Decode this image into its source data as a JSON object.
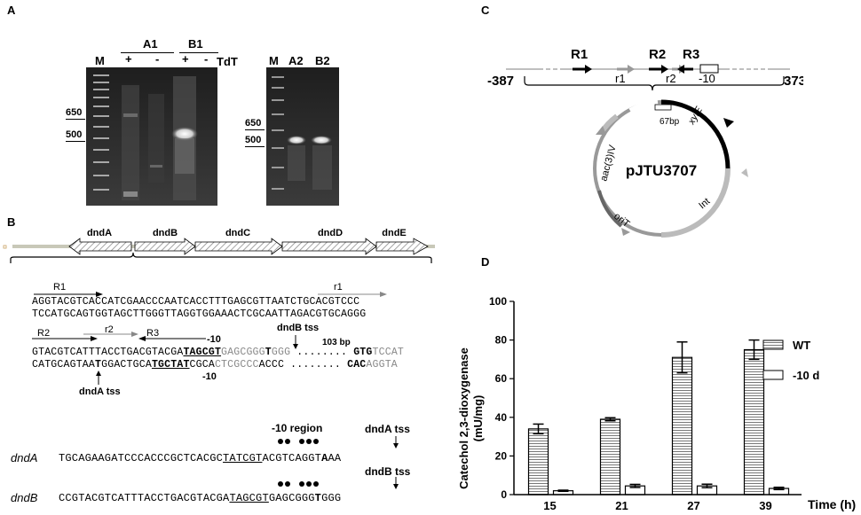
{
  "panels": {
    "A": "A",
    "B": "B",
    "C": "C",
    "D": "D"
  },
  "panelA": {
    "left": {
      "M": "M",
      "A1": "A1",
      "B1": "B1",
      "plus1": "+",
      "minus1": "-",
      "plus2": "+",
      "minus2": "-",
      "tdt": "TdT",
      "size650": "650",
      "size500": "500"
    },
    "right": {
      "M": "M",
      "A2": "A2",
      "B2": "B2",
      "size650": "650",
      "size500": "500"
    }
  },
  "panelB": {
    "genes": [
      "dndA",
      "dndB",
      "dndC",
      "dndD",
      "dndE"
    ],
    "seq1": {
      "R1": "R1",
      "r1": "r1",
      "top": "AGGTACGTCACCATCGAACCCAATCACCTTTGAGCGTTAATCTGCACGTCCC",
      "bottom": "TCCATGCAGTGGTAGCTTGGGTTAGGTGGAAACTCGCAATTAGACGTGCAGGG"
    },
    "seq2": {
      "R2": "R2",
      "r2": "r2",
      "R3": "R3",
      "minus10_top": "-10",
      "dndB_tss": "dndB tss",
      "bp103": "103 bp",
      "top_a": "GTACGTCATTTACCTGACGTACGA",
      "top_b": "TAGCGT",
      "top_c": "GAGCGGG",
      "top_d": "T",
      "top_e": "GGG",
      "top_f": "GTG",
      "top_g": "TCCAT",
      "bot_a": "CATGCAGTAA",
      "bot_b": "T",
      "bot_c": "GGACTGCA",
      "bot_d": "TGCTAT",
      "bot_e": "CGCA",
      "bot_f": "CTCGCCC",
      "bot_g": "ACCC",
      "bot_h": "CAC",
      "bot_i": "AGGTA",
      "minus10_bottom": "-10",
      "dndA_tss": "dndA tss"
    },
    "align": {
      "region": "-10 region",
      "dndA_tss": "dndA tss",
      "dndB_tss": "dndB tss",
      "dndA_name": "dndA",
      "dndA_a": "TGCAGAAGATCCCACCCGCTCACGC",
      "dndA_b": "TATCGT",
      "dndA_c": "ACGTCAGGT",
      "dndA_d": "A",
      "dndA_e": "AA",
      "dndB_name": "dndB",
      "dndB_a": "CCGTACGTCATTTACCTGACGTACGA",
      "dndB_b": "TAGCGT",
      "dndB_c": "GAGCGGG",
      "dndB_d": "T",
      "dndB_e": "GGG"
    }
  },
  "panelC": {
    "R1": "R1",
    "R2": "R2",
    "R3": "R3",
    "r1": "r1",
    "r2": "r2",
    "minus10": "-10",
    "left": "-387",
    "right": "373",
    "bp67": "67bp",
    "xylE": "xylE",
    "aac": "aac(3)IV",
    "plasmid": "pJTU3707",
    "oriT": "oriT",
    "Int": "Int"
  },
  "chart_data": {
    "type": "bar",
    "categories": [
      "15",
      "21",
      "27",
      "39"
    ],
    "series": [
      {
        "name": "WT",
        "values": [
          34,
          39,
          71,
          75
        ],
        "errors": [
          2.5,
          0.8,
          8,
          5
        ]
      },
      {
        "name": "-10 d",
        "values": [
          2,
          4.5,
          4.5,
          3.2
        ],
        "errors": [
          0.3,
          0.8,
          0.9,
          0.6
        ]
      }
    ],
    "ylabel_line1": "Catechol  2,3-dioxygenase",
    "ylabel_line2": "(mU/mg)",
    "xlabel": "Time (h)",
    "ylim": [
      0,
      100
    ],
    "yticks": [
      "0",
      "20",
      "40",
      "60",
      "80",
      "100"
    ]
  }
}
